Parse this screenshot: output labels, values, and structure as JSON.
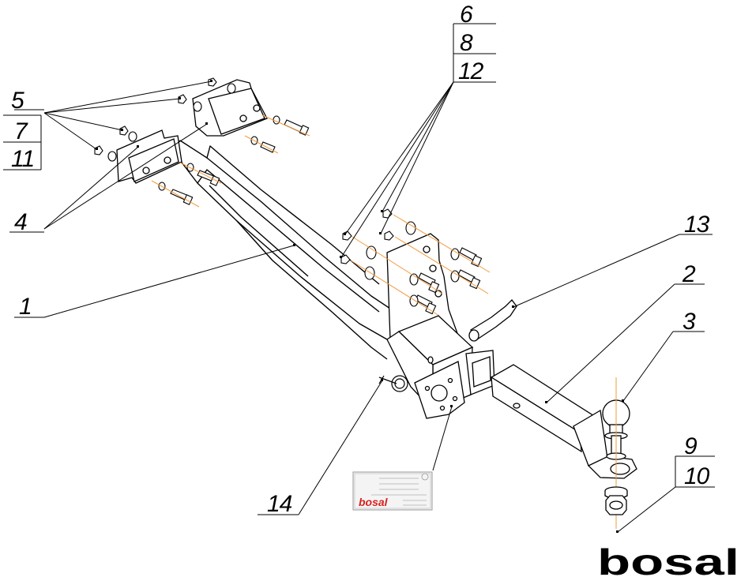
{
  "callouts": {
    "c1": "1",
    "c2": "2",
    "c3": "3",
    "c4": "4",
    "c5": "5",
    "c6": "6",
    "c7": "7",
    "c8": "8",
    "c9": "9",
    "c10": "10",
    "c11": "11",
    "c12": "12",
    "c13": "13",
    "c14": "14"
  },
  "brand": {
    "logo_text": "bosal",
    "plate_text": "bosal",
    "color_black": "#000000",
    "color_red": "#d9211e",
    "color_orange": "#f39a3d"
  }
}
